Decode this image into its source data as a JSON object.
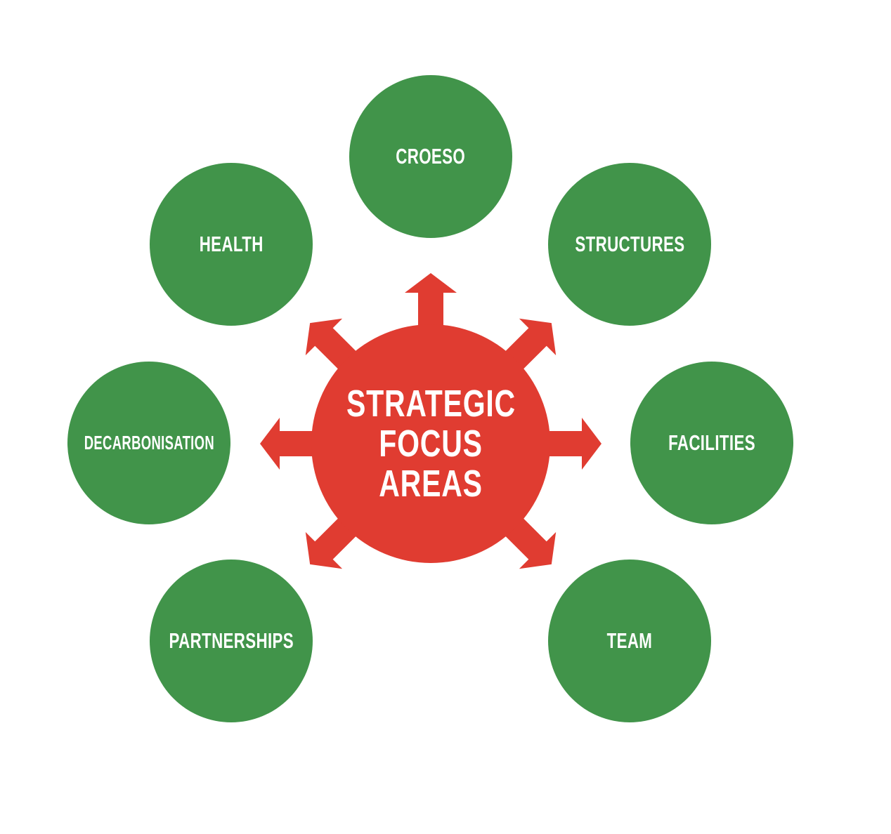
{
  "diagram": {
    "type": "hub-and-spoke",
    "colors": {
      "hub": "#E03C31",
      "nodes": "#41944A",
      "text": "#FFFFFF",
      "background": "#FFFFFF"
    },
    "hub": {
      "lines": [
        "STRATEGIC",
        "FOCUS",
        "AREAS"
      ],
      "arrow_count": 7,
      "arrow_directions": [
        "up",
        "up-left",
        "up-right",
        "left",
        "right",
        "down-left",
        "down-right"
      ]
    },
    "nodes": [
      {
        "label": "CROESO",
        "position": "top"
      },
      {
        "label": "HEALTH",
        "position": "upper-left"
      },
      {
        "label": "STRUCTURES",
        "position": "upper-right"
      },
      {
        "label": "DECARBONISATION",
        "position": "left"
      },
      {
        "label": "FACILITIES",
        "position": "right"
      },
      {
        "label": "PARTNERSHIPS",
        "position": "lower-left"
      },
      {
        "label": "TEAM",
        "position": "lower-right"
      }
    ]
  }
}
